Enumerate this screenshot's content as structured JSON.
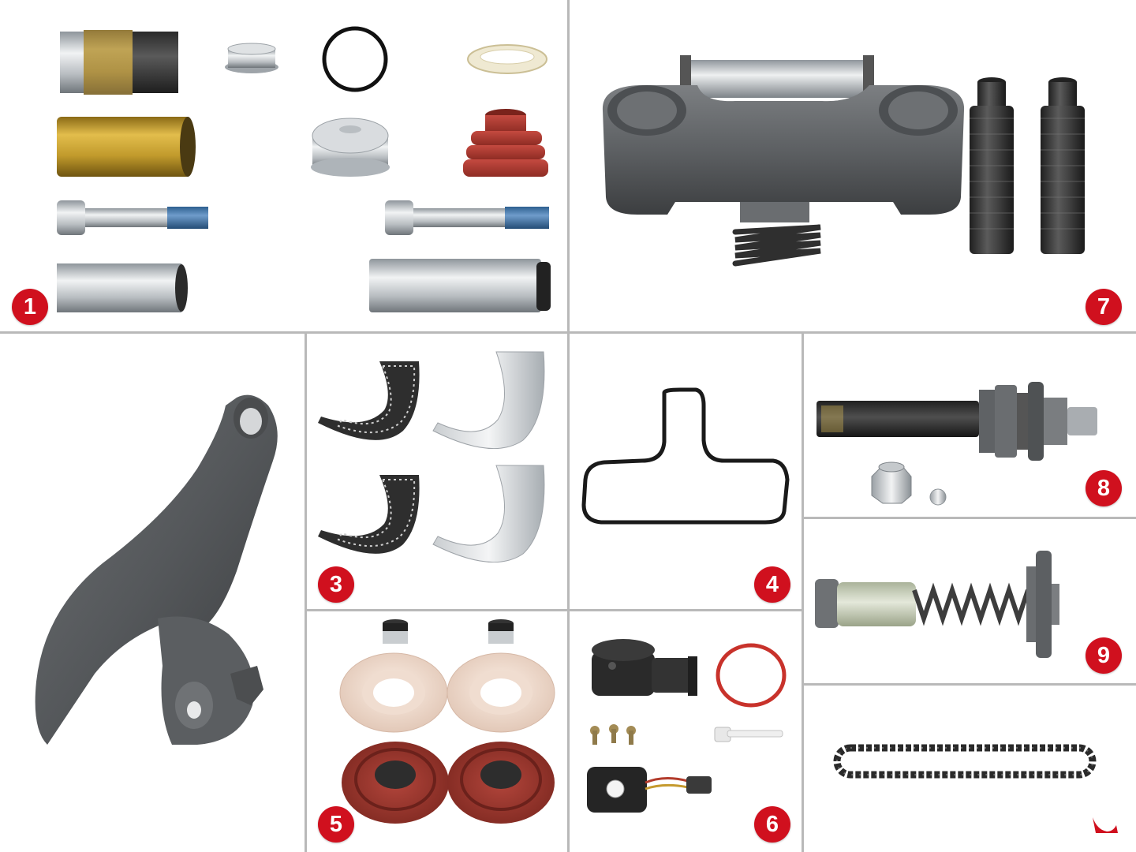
{
  "colors": {
    "badge": "#d0101e",
    "divider": "#b9b9b9",
    "background": "#ffffff"
  },
  "panels": [
    {
      "id": "kit-1",
      "badge": "1",
      "contents": [
        "bushing-icon",
        "sealing-cap-icon",
        "o-ring-icon",
        "ptfe-ring-icon",
        "brass-sleeve-icon",
        "steel-cap-icon",
        "rubber-boot-icon",
        "guide-bolt-icon",
        "guide-pin-icon"
      ]
    },
    {
      "id": "kit-7",
      "badge": "7",
      "contents": [
        "bridge-housing-icon",
        "return-spring-icon",
        "threaded-tappet-icon"
      ]
    },
    {
      "id": "kit-2",
      "badge": "",
      "contents": [
        "brake-lever-icon"
      ]
    },
    {
      "id": "kit-3",
      "badge": "3",
      "contents": [
        "needle-bearing-icon",
        "bearing-shell-icon"
      ]
    },
    {
      "id": "kit-4",
      "badge": "4",
      "contents": [
        "housing-gasket-icon"
      ]
    },
    {
      "id": "kit-8",
      "badge": "8",
      "contents": [
        "adjuster-shaft-icon",
        "hex-nut-icon",
        "steel-ball-icon"
      ]
    },
    {
      "id": "kit-9",
      "badge": "9",
      "contents": [
        "adjuster-spring-icon"
      ]
    },
    {
      "id": "kit-5",
      "badge": "5",
      "contents": [
        "small-bushing-icon",
        "thrust-washer-icon",
        "tappet-boot-icon"
      ]
    },
    {
      "id": "kit-6",
      "badge": "6",
      "contents": [
        "wear-sensor-icon",
        "seal-ring-icon",
        "screw-icon",
        "pin-icon",
        "sensor-connector-icon"
      ]
    },
    {
      "id": "kit-10",
      "badge": "",
      "contents": [
        "timing-chain-icon"
      ]
    }
  ]
}
